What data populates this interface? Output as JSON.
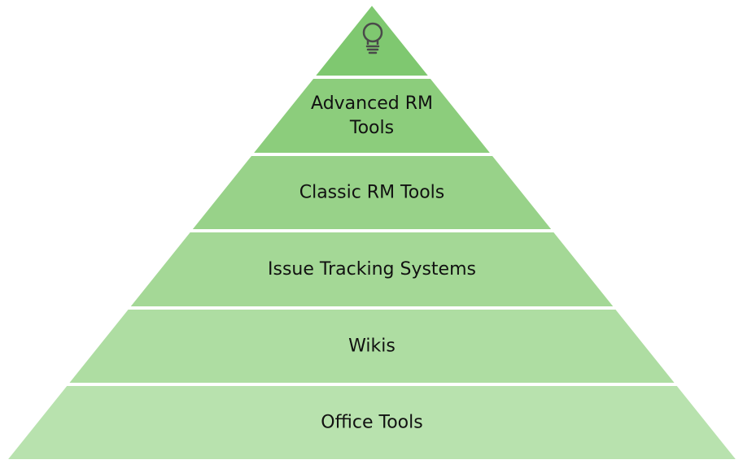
{
  "pyramid": {
    "top_icon": "lightbulb-icon",
    "tiers": [
      {
        "name": "tier-top-lightbulb",
        "lines": [],
        "color": "#7fc870"
      },
      {
        "name": "tier-advanced-rm-tools",
        "lines": [
          "Advanced RM",
          "Tools"
        ],
        "color": "#8ccd7c"
      },
      {
        "name": "tier-classic-rm-tools",
        "lines": [
          "Classic RM Tools"
        ],
        "color": "#98d289"
      },
      {
        "name": "tier-issue-tracking-systems",
        "lines": [
          "Issue Tracking Systems"
        ],
        "color": "#a4d896"
      },
      {
        "name": "tier-wikis",
        "lines": [
          "Wikis"
        ],
        "color": "#aedda2"
      },
      {
        "name": "tier-office-tools",
        "lines": [
          "Office Tools"
        ],
        "color": "#b8e2ae"
      }
    ],
    "icon_color": "#4a4a4a"
  }
}
